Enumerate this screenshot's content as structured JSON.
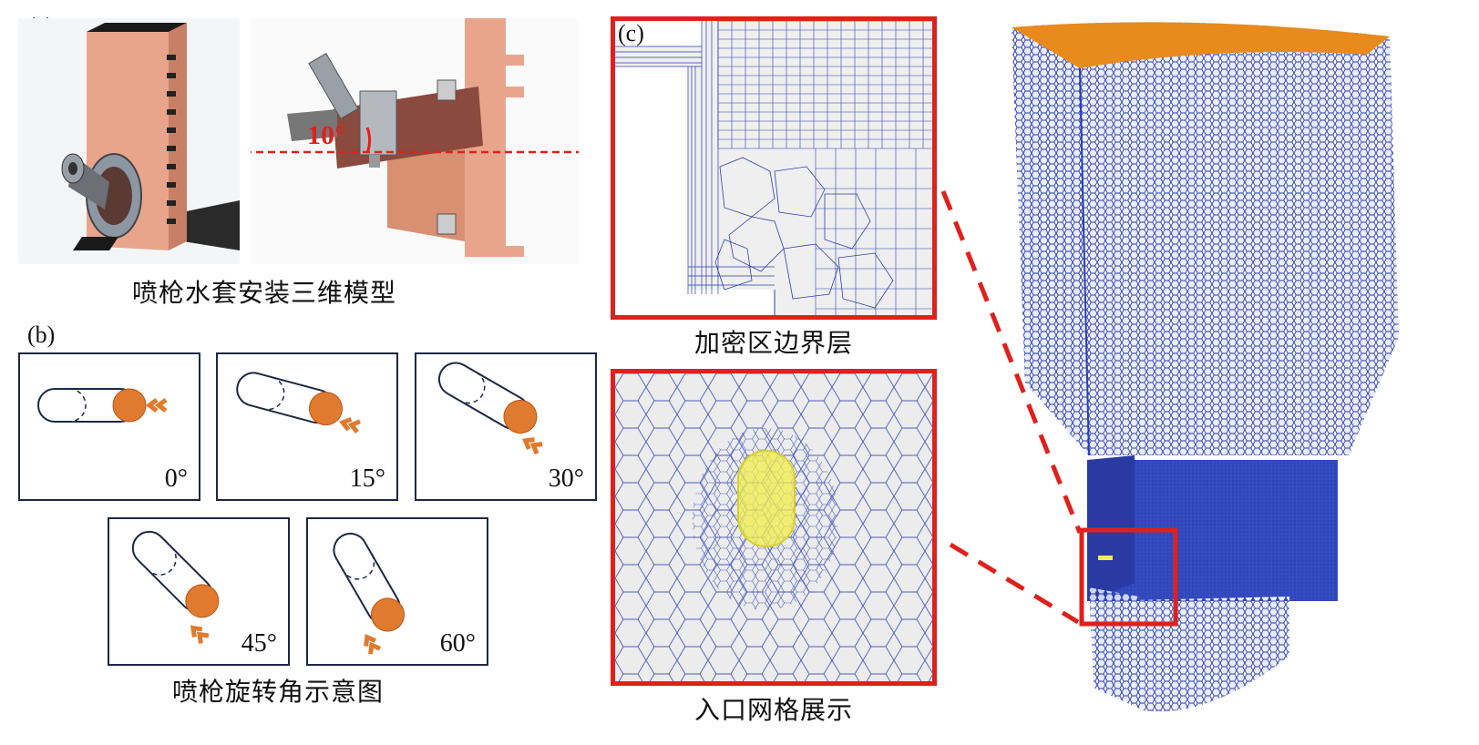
{
  "panels": {
    "a": {
      "label": "(a)",
      "caption": "喷枪水套安装三维模型",
      "angle_annotation": "10°"
    },
    "b": {
      "label": "(b)",
      "caption": "喷枪旋转角示意图",
      "angles": [
        {
          "label": "0°",
          "deg": 0
        },
        {
          "label": "15°",
          "deg": 15
        },
        {
          "label": "30°",
          "deg": 30
        },
        {
          "label": "45°",
          "deg": 45
        },
        {
          "label": "60°",
          "deg": 60
        }
      ]
    },
    "c": {
      "label": "(c)",
      "caption_top": "加密区边界层",
      "caption_bottom": "入口网格展示"
    }
  },
  "colors": {
    "mesh": "#2d3fae",
    "highlight_box": "#e0201b",
    "nozzle_tip": "#e07a2e",
    "copper": "#e9a58c",
    "inlet": "#f2ee4a"
  }
}
